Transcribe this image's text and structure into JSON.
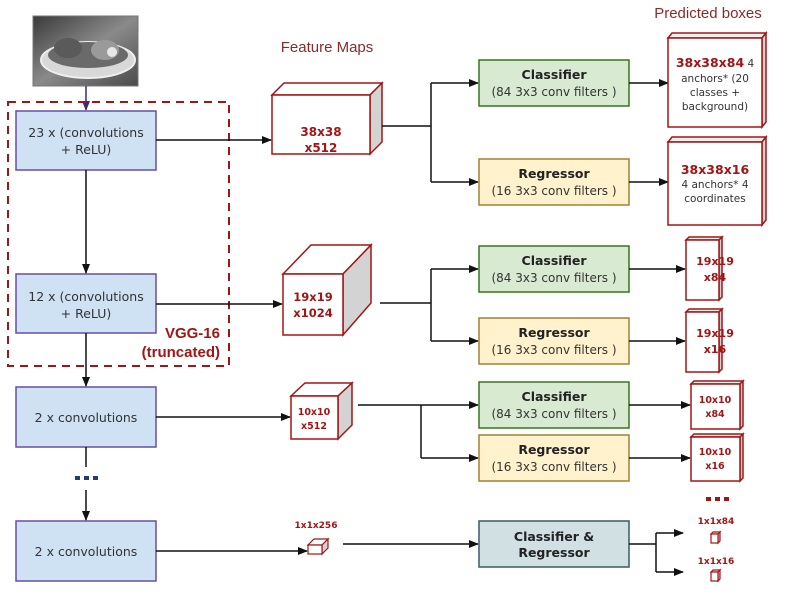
{
  "titles": {
    "feature_maps": "Feature Maps",
    "predicted_boxes": "Predicted boxes"
  },
  "input_image": {
    "description": "photo of two cats in a round pet bed (grayscale)"
  },
  "vgg": {
    "label_line1": "VGG-16",
    "label_line2": "(truncated)"
  },
  "backbone": [
    {
      "line1": "23 x (convolutions",
      "line2": "+ ReLU)"
    },
    {
      "line1": "12 x (convolutions",
      "line2": "+ ReLU)"
    },
    {
      "line1": "2 x convolutions"
    },
    {
      "line1": "2 x convolutions"
    }
  ],
  "ellipsis": "...",
  "feature_maps": [
    {
      "line1": "38x38",
      "line2": "x512"
    },
    {
      "line1": "19x19",
      "line2": "x1024"
    },
    {
      "line1": "10x10",
      "line2": "x512"
    },
    {
      "line1": "1x1x256"
    }
  ],
  "heads": {
    "classifier": {
      "title": "Classifier",
      "sub": "(84 3x3 conv filters )"
    },
    "regressor": {
      "title": "Regressor",
      "sub": "(16 3x3 conv filters )"
    },
    "combined": {
      "line1": "Classifier &",
      "line2": "Regressor"
    }
  },
  "predictions": {
    "row1_cls": {
      "bold": "38x38x84",
      "rest1": " 4",
      "line2": "anchors* (20",
      "line3": "classes +",
      "line4": "background)"
    },
    "row1_reg": {
      "bold": "38x38x16",
      "line2": "4 anchors* 4",
      "line3": "coordinates"
    },
    "row2_cls": {
      "line1": "19x19",
      "line2": "x84"
    },
    "row2_reg": {
      "line1": "19x19",
      "line2": "x16"
    },
    "row3_cls": {
      "line1": "10x10",
      "line2": "x84"
    },
    "row3_reg": {
      "line1": "10x10",
      "line2": "x16"
    },
    "row4_cls": {
      "line1": "1x1x84"
    },
    "row4_reg": {
      "line1": "1x1x16"
    }
  },
  "colors": {
    "backbone_fill": "#cfe2f3",
    "backbone_stroke": "#674ea7",
    "classifier_fill": "#d9ead3",
    "classifier_stroke": "#38761d",
    "regressor_fill": "#fff2cc",
    "regressor_stroke": "#a0822e",
    "combined_fill": "#d0e0e3",
    "combined_stroke": "#3d5a66",
    "feature_red": "#a31515",
    "vgg_dash": "#a31515",
    "ellipsis_blue": "#1f3f73"
  }
}
